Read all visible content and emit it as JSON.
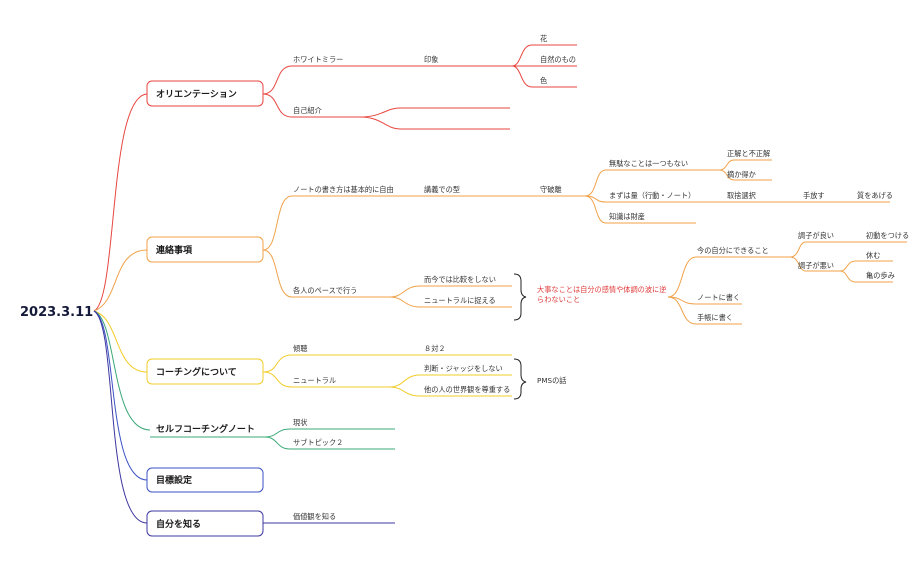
{
  "root": "2023.3.11",
  "branches": {
    "orientation": {
      "title": "オリエンテーション",
      "color": "#e8463f",
      "white_mirror": "ホワイトミラー",
      "impression": "印象",
      "flower": "花",
      "nature": "自然のもの",
      "color_item": "色",
      "self_intro": "自己紹介"
    },
    "contact": {
      "title": "連絡事項",
      "color": "#f0a24a",
      "note_free": "ノートの書き方は基本的に自由",
      "lecture_type": "講義での型",
      "shuhari": "守破離",
      "no_waste": "無駄なことは一つもない",
      "right_wrong": "正解と不正解",
      "pick_it": "摘か得か",
      "quantity_first": "まずは量（行動・ノート）",
      "selection": "取捨選択",
      "let_go": "手放す",
      "quality_up": "質をあげる",
      "knowledge": "知識は財産",
      "own_pace": "各人のペースで行う",
      "no_compare": "而今では比較をしない",
      "neutral_catch": "ニュートラルに捉える",
      "important": "大事なことは自分の感情や体調の波に逆らわないこと",
      "important_l1": "大事なことは自分の感情や体調の波に逆",
      "important_l2": "らわないこと",
      "can_do_now": "今の自分にできること",
      "good_condition": "調子が良い",
      "first_move": "初動をつける",
      "bad_condition": "調子が悪い",
      "rest": "休む",
      "turtle": "亀の歩み",
      "write_note": "ノートに書く",
      "write_planner": "手帳に書く"
    },
    "coaching": {
      "title": "コーチングについて",
      "color": "#f2cc2b",
      "listening": "傾聴",
      "eight_two": "８対２",
      "neutral": "ニュートラル",
      "no_judge": "判断・ジャッジをしない",
      "respect": "他の人の世界観を尊重する",
      "pms": "PMSの話"
    },
    "self_coaching": {
      "title": "セルフコーチングノート",
      "color": "#3aa878",
      "status": "現状",
      "subtopic": "サブトピック２"
    },
    "goal": {
      "title": "目標設定",
      "color": "#3b52c4"
    },
    "know_self": {
      "title": "自分を知る",
      "color": "#3d37a0",
      "values": "価値観を知る"
    }
  }
}
